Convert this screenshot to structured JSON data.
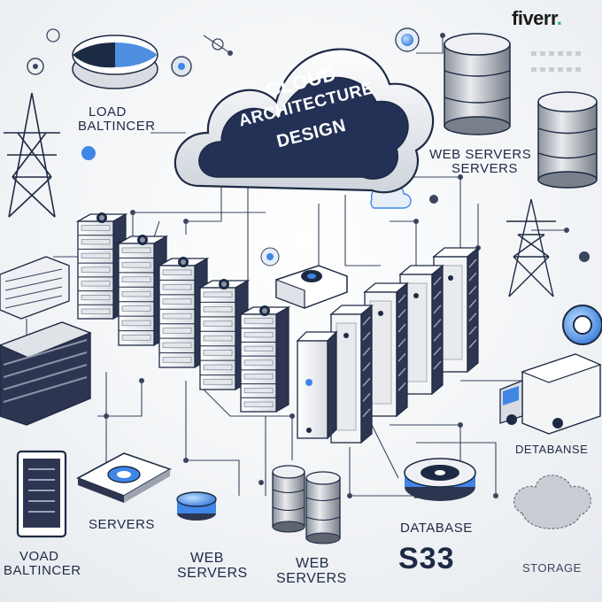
{
  "brand": {
    "logo_text": "fiverr"
  },
  "cloud": {
    "line1": "CLOUD",
    "line2": "ARCHITECTURE",
    "line3": "DESIGN"
  },
  "labels": {
    "load_balancer_top_line1": "LOAD",
    "load_balancer_top_line2": "BALTINCER",
    "web_servers_right_line1": "WEB SERVERS",
    "web_servers_right_line2": "SERVERS",
    "database_right": "DETABANSE",
    "servers_bottom": "SERVERS",
    "voad_line1": "VOAD",
    "voad_line2": "BALTINCER",
    "web_servers_a_line1": "WEB",
    "web_servers_a_line2": "SERVERS",
    "web_servers_b_line1": "WEB",
    "web_servers_b_line2": "SERVERS",
    "database_bottom": "DATABASE",
    "s3": "S33",
    "storage": "STORAGE"
  },
  "colors": {
    "accent_blue": "#3f86e6",
    "navy": "#1d2a44",
    "line": "#3a4660",
    "server_body": "#f4f5f7",
    "server_dark": "#2d3550",
    "brand_green": "#1dbf73"
  },
  "icons": [
    "cloud-icon",
    "database-icon",
    "server-icon",
    "transmission-tower-icon",
    "truck-icon",
    "tablet-icon",
    "hub-icon"
  ]
}
